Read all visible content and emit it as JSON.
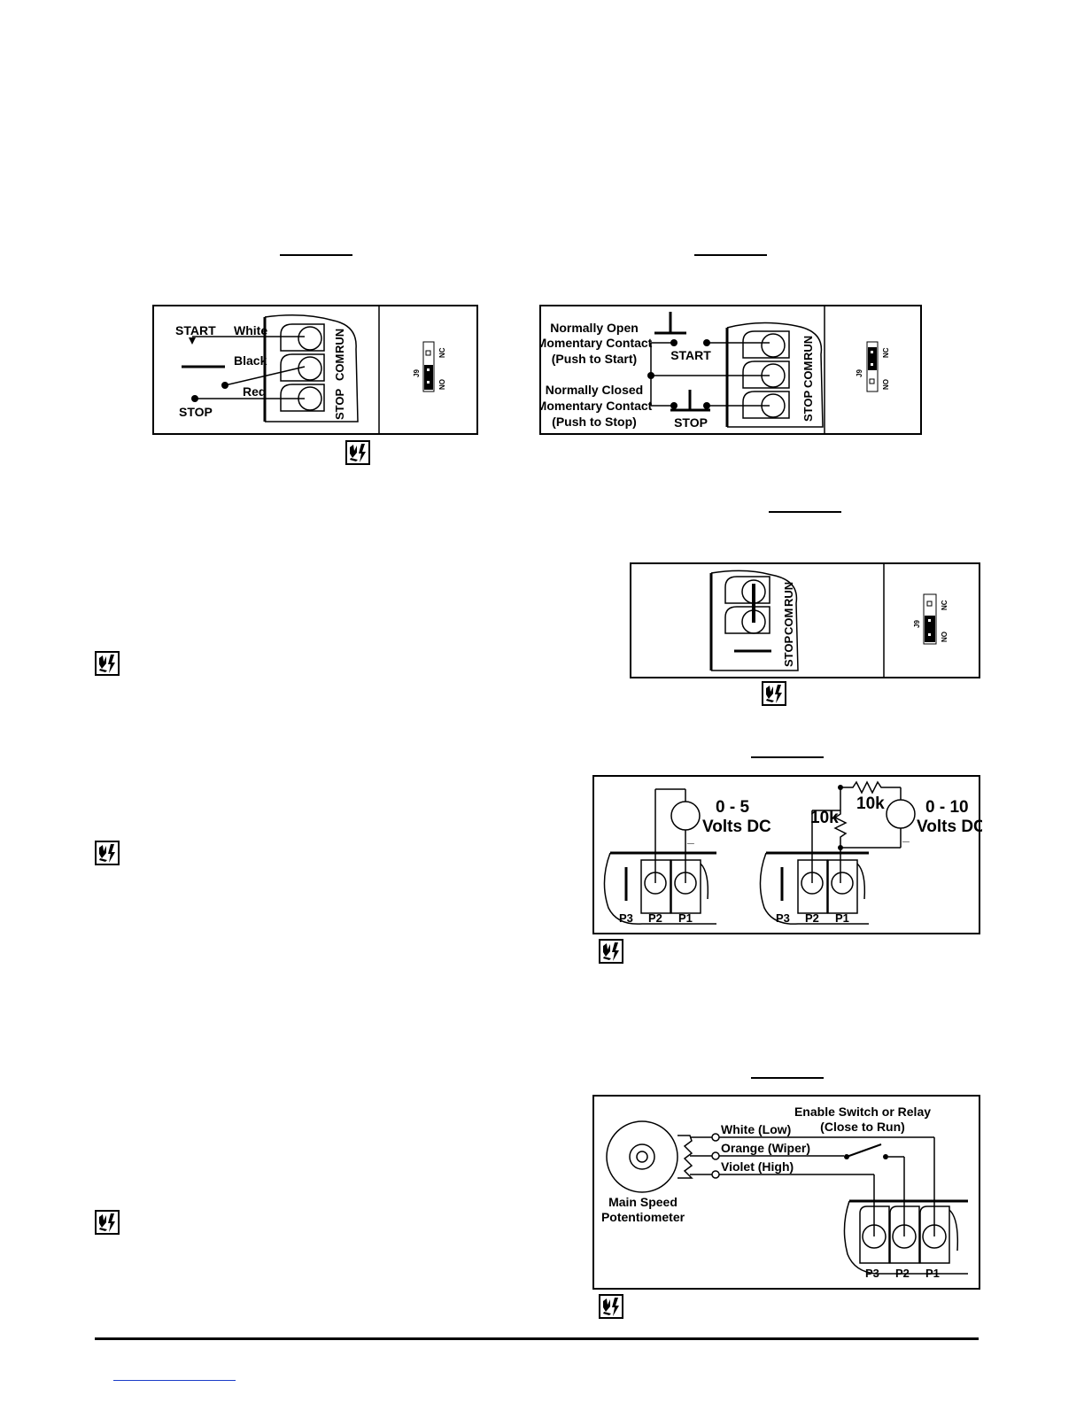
{
  "fig1": {
    "start": "START",
    "stop": "STOP",
    "white": "White",
    "black": "Black",
    "red": "Red",
    "run": "RUN",
    "com": "COM",
    "stop_term": "STOP",
    "j9": "J9",
    "nc": "NC",
    "no": "NO"
  },
  "fig2": {
    "no_line1": "Normally Open",
    "no_line2": "Momentary Contact",
    "no_line3": "(Push to Start)",
    "nc_line1": "Normally Closed",
    "nc_line2": "Momentary Contact",
    "nc_line3": "(Push to Stop)",
    "start": "START",
    "stop": "STOP",
    "run": "RUN",
    "com": "COM",
    "stop_term": "STOP",
    "j9": "J9",
    "nc": "NC",
    "no": "NO"
  },
  "fig3": {
    "run": "RUN",
    "com": "COM",
    "stop_term": "STOP",
    "j9": "J9",
    "nc": "NC",
    "no": "NO"
  },
  "fig4": {
    "v1_a": "0 - 5",
    "v1_b": "Volts DC",
    "v2_a": "0 - 10",
    "v2_b": "Volts DC",
    "r1": "10k",
    "r2": "10k",
    "p3": "P3",
    "p2": "P2",
    "p1": "P1",
    "minus": "_"
  },
  "fig5": {
    "enable_1": "Enable Switch or Relay",
    "enable_2": "(Close to Run)",
    "white": "White (Low)",
    "orange": "Orange (Wiper)",
    "violet": "Violet (High)",
    "pot_1": "Main Speed",
    "pot_2": "Potentiometer",
    "p3": "P3",
    "p2": "P2",
    "p1": "P1"
  }
}
